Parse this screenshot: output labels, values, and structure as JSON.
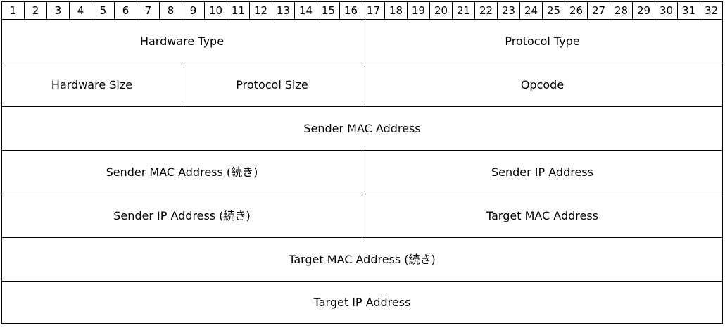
{
  "bit_numbers": [
    "1",
    "2",
    "3",
    "4",
    "5",
    "6",
    "7",
    "8",
    "9",
    "10",
    "11",
    "12",
    "13",
    "14",
    "15",
    "16",
    "17",
    "18",
    "19",
    "20",
    "21",
    "22",
    "23",
    "24",
    "25",
    "26",
    "27",
    "28",
    "29",
    "30",
    "31",
    "32"
  ],
  "rows": [
    {
      "fields": [
        {
          "label": "Hardware Type",
          "bits": 16
        },
        {
          "label": "Protocol Type",
          "bits": 16
        }
      ]
    },
    {
      "fields": [
        {
          "label": "Hardware Size",
          "bits": 8
        },
        {
          "label": "Protocol Size",
          "bits": 8
        },
        {
          "label": "Opcode",
          "bits": 16
        }
      ]
    },
    {
      "fields": [
        {
          "label": "Sender MAC Address",
          "bits": 32
        }
      ]
    },
    {
      "fields": [
        {
          "label": "Sender MAC Address (続き)",
          "bits": 16
        },
        {
          "label": "Sender IP Address",
          "bits": 16
        }
      ]
    },
    {
      "fields": [
        {
          "label": "Sender IP Address (続き)",
          "bits": 16
        },
        {
          "label": "Target MAC Address",
          "bits": 16
        }
      ]
    },
    {
      "fields": [
        {
          "label": "Target MAC Address (続き)",
          "bits": 32
        }
      ]
    },
    {
      "fields": [
        {
          "label": "Target IP Address",
          "bits": 32
        }
      ]
    }
  ]
}
